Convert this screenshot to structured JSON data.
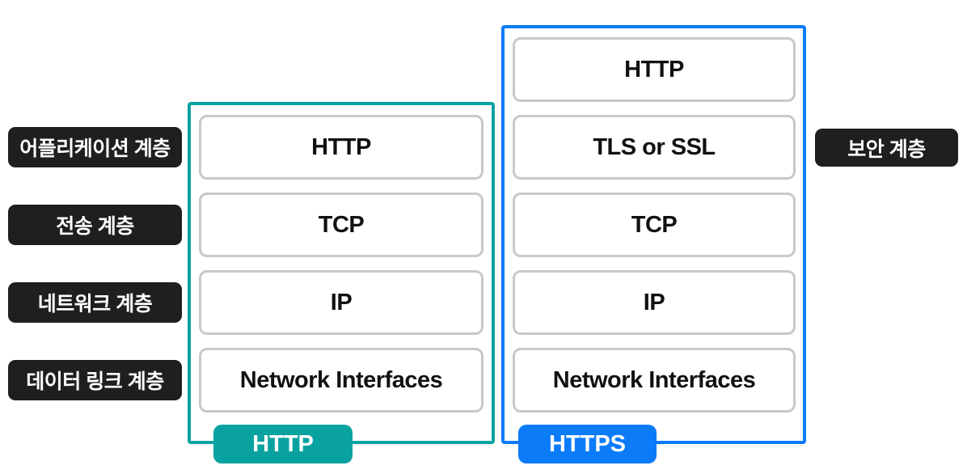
{
  "diagram": {
    "layer_labels": [
      "어플리케이션 계층",
      "전송 계층",
      "네트워크 계층",
      "데이터 링크 계층"
    ],
    "security_label": "보안 계층",
    "http_stack": {
      "tab_label": "HTTP",
      "layers": [
        "HTTP",
        "TCP",
        "IP",
        "Network Interfaces"
      ],
      "accent_color": "#0aa2a0"
    },
    "https_stack": {
      "tab_label": "HTTPS",
      "layers": [
        "HTTP",
        "TLS or SSL",
        "TCP",
        "IP",
        "Network Interfaces"
      ],
      "accent_color": "#0b7bf8"
    },
    "colors": {
      "label_badge_bg": "#1f1f1f",
      "label_badge_text": "#ffffff",
      "box_border": "#c8c8cd",
      "box_text": "#111111",
      "background": "#ffffff"
    }
  }
}
